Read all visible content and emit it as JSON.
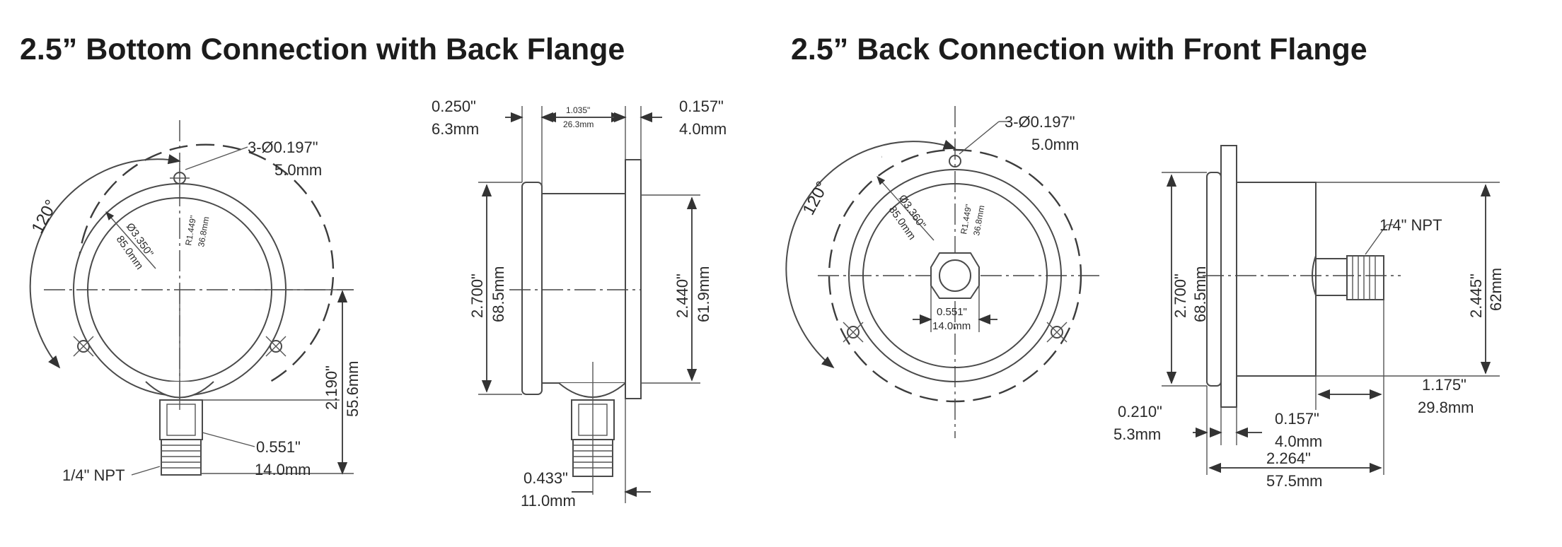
{
  "titles": {
    "left": "2.5” Bottom Connection with Back Flange",
    "right": "2.5” Back Connection with Front Flange"
  },
  "left_front": {
    "angle": "120°",
    "holes": "3-Ø0.197\"",
    "holes_mm": "5.0mm",
    "dia": "Ø3.350\"",
    "dia_mm": "85.0mm",
    "radius": "R1.449\"",
    "radius_mm": "36.8mm",
    "height": "2.190\"",
    "height_mm": "55.6mm",
    "hex": "0.551\"",
    "hex_mm": "14.0mm",
    "npt": "1/4\" NPT"
  },
  "left_side": {
    "flange_gap": "0.250\"",
    "flange_gap_mm": "6.3mm",
    "depth": "1.035\"",
    "depth_mm": "26.3mm",
    "flange_thk": "0.157\"",
    "flange_thk_mm": "4.0mm",
    "case_dia": "2.700\"",
    "case_dia_mm": "68.5mm",
    "inner_dia": "2.440\"",
    "inner_dia_mm": "61.9mm",
    "stem": "0.433\"",
    "stem_mm": "11.0mm"
  },
  "right_front": {
    "angle": "120°",
    "holes": "3-Ø0.197\"",
    "holes_mm": "5.0mm",
    "dia": "Ø3.360\"",
    "dia_mm": "85.0mm",
    "radius": "R1.449\"",
    "radius_mm": "36.8mm",
    "hex": "0.551\"",
    "hex_mm": "14.0mm"
  },
  "right_side": {
    "npt": "1/4\" NPT",
    "case_dia": "2.700\"",
    "case_dia_mm": "68.5mm",
    "inner_dia": "2.445\"",
    "inner_dia_mm": "62mm",
    "stem_len": "1.175\"",
    "stem_len_mm": "29.8mm",
    "flange": "0.210\"",
    "flange_mm": "5.3mm",
    "flange_thk": "0.157\"",
    "flange_thk_mm": "4.0mm",
    "overall": "2.264\"",
    "overall_mm": "57.5mm"
  }
}
